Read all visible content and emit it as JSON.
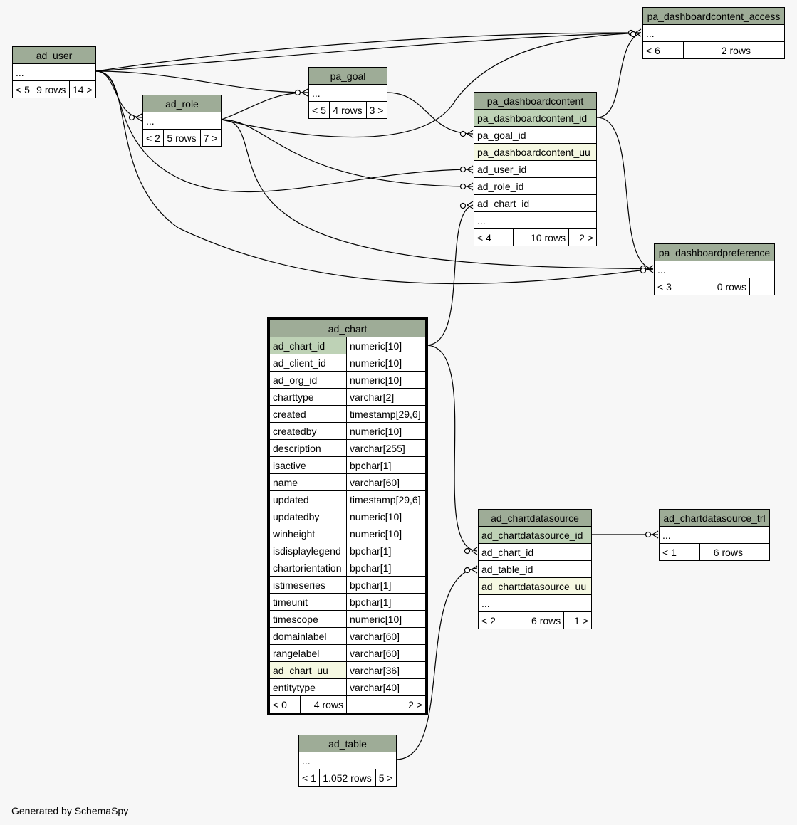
{
  "footer": "Generated by SchemaSpy",
  "tables": {
    "ad_user": {
      "name": "ad_user",
      "ellipsis": "...",
      "stats": [
        "< 5",
        "9 rows",
        "14 >"
      ]
    },
    "ad_role": {
      "name": "ad_role",
      "ellipsis": "...",
      "stats": [
        "< 2",
        "5 rows",
        "7 >"
      ]
    },
    "pa_goal": {
      "name": "pa_goal",
      "ellipsis": "...",
      "stats": [
        "< 5",
        "4 rows",
        "3 >"
      ]
    },
    "pa_dashboardcontent_access": {
      "name": "pa_dashboardcontent_access",
      "ellipsis": "...",
      "stats": [
        "< 6",
        "2 rows",
        ""
      ]
    },
    "pa_dashboardcontent": {
      "name": "pa_dashboardcontent",
      "columns": [
        "pa_dashboardcontent_id",
        "pa_goal_id",
        "pa_dashboardcontent_uu",
        "ad_user_id",
        "ad_role_id",
        "ad_chart_id"
      ],
      "ellipsis": "...",
      "stats": [
        "< 4",
        "10 rows",
        "2 >"
      ]
    },
    "pa_dashboardpreference": {
      "name": "pa_dashboardpreference",
      "ellipsis": "...",
      "stats": [
        "< 3",
        "0 rows",
        ""
      ]
    },
    "ad_chart": {
      "name": "ad_chart",
      "columns": [
        [
          "ad_chart_id",
          "numeric[10]"
        ],
        [
          "ad_client_id",
          "numeric[10]"
        ],
        [
          "ad_org_id",
          "numeric[10]"
        ],
        [
          "charttype",
          "varchar[2]"
        ],
        [
          "created",
          "timestamp[29,6]"
        ],
        [
          "createdby",
          "numeric[10]"
        ],
        [
          "description",
          "varchar[255]"
        ],
        [
          "isactive",
          "bpchar[1]"
        ],
        [
          "name",
          "varchar[60]"
        ],
        [
          "updated",
          "timestamp[29,6]"
        ],
        [
          "updatedby",
          "numeric[10]"
        ],
        [
          "winheight",
          "numeric[10]"
        ],
        [
          "isdisplaylegend",
          "bpchar[1]"
        ],
        [
          "chartorientation",
          "bpchar[1]"
        ],
        [
          "istimeseries",
          "bpchar[1]"
        ],
        [
          "timeunit",
          "bpchar[1]"
        ],
        [
          "timescope",
          "numeric[10]"
        ],
        [
          "domainlabel",
          "varchar[60]"
        ],
        [
          "rangelabel",
          "varchar[60]"
        ],
        [
          "ad_chart_uu",
          "varchar[36]"
        ],
        [
          "entitytype",
          "varchar[40]"
        ]
      ],
      "stats": [
        "< 0",
        "4 rows",
        "2 >"
      ]
    },
    "ad_chartdatasource": {
      "name": "ad_chartdatasource",
      "columns": [
        "ad_chartdatasource_id",
        "ad_chart_id",
        "ad_table_id",
        "ad_chartdatasource_uu"
      ],
      "ellipsis": "...",
      "stats": [
        "< 2",
        "6 rows",
        "1 >"
      ]
    },
    "ad_chartdatasource_trl": {
      "name": "ad_chartdatasource_trl",
      "ellipsis": "...",
      "stats": [
        "< 1",
        "6 rows",
        ""
      ]
    },
    "ad_table": {
      "name": "ad_table",
      "ellipsis": "...",
      "stats": [
        "< 1",
        "1.052 rows",
        "5 >"
      ]
    }
  }
}
